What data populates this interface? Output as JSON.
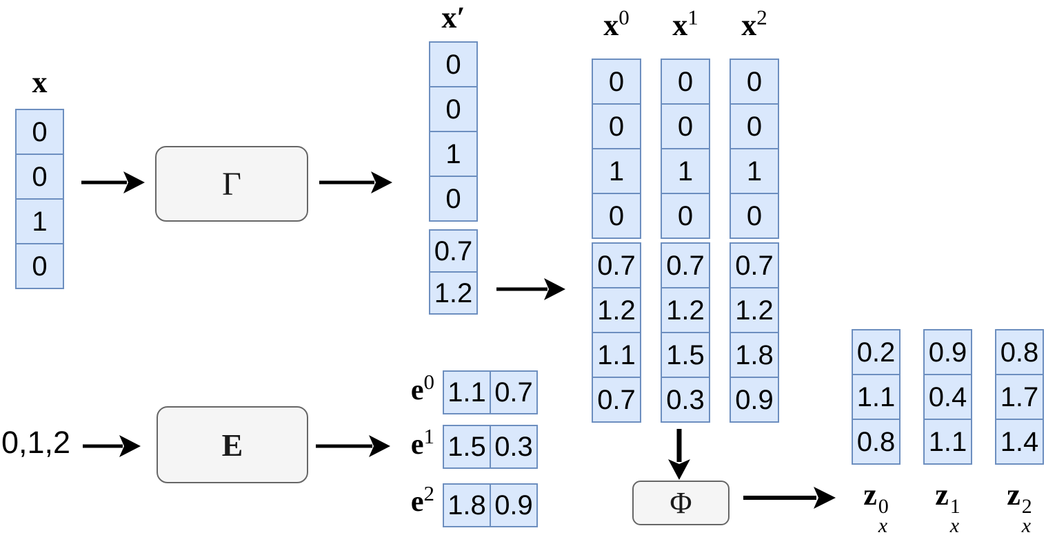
{
  "figure": {
    "input_vector": {
      "label": "x",
      "values": [
        "0",
        "0",
        "1",
        "0"
      ]
    },
    "gamma_box": {
      "label": "Γ"
    },
    "augmented_vector": {
      "label": "x′",
      "onehot": [
        "0",
        "0",
        "1",
        "0"
      ],
      "numeric": [
        "0.7",
        "1.2"
      ]
    },
    "replicated_vectors": [
      {
        "base": "x",
        "sup": "0",
        "onehot": [
          "0",
          "0",
          "1",
          "0"
        ],
        "numeric": [
          "0.7",
          "1.2",
          "1.1",
          "0.7"
        ]
      },
      {
        "base": "x",
        "sup": "1",
        "onehot": [
          "0",
          "0",
          "1",
          "0"
        ],
        "numeric": [
          "0.7",
          "1.2",
          "1.5",
          "0.3"
        ]
      },
      {
        "base": "x",
        "sup": "2",
        "onehot": [
          "0",
          "0",
          "1",
          "0"
        ],
        "numeric": [
          "0.7",
          "1.2",
          "1.8",
          "0.9"
        ]
      }
    ],
    "indices_text": "0,1,2",
    "embedding_box": {
      "label": "E"
    },
    "embeddings": [
      {
        "base": "e",
        "sup": "0",
        "values": [
          "1.1",
          "0.7"
        ]
      },
      {
        "base": "e",
        "sup": "1",
        "values": [
          "1.5",
          "0.3"
        ]
      },
      {
        "base": "e",
        "sup": "2",
        "values": [
          "1.8",
          "0.9"
        ]
      }
    ],
    "phi_box": {
      "label": "Φ"
    },
    "outputs": [
      {
        "base": "z",
        "sup": "0",
        "sub": "x",
        "values": [
          "0.2",
          "1.1",
          "0.8"
        ]
      },
      {
        "base": "z",
        "sup": "1",
        "sub": "x",
        "values": [
          "0.9",
          "0.4",
          "1.1"
        ]
      },
      {
        "base": "z",
        "sup": "2",
        "sub": "x",
        "values": [
          "0.8",
          "1.7",
          "1.4"
        ]
      }
    ],
    "colors": {
      "cell_fill": "#dae8fc",
      "cell_border": "#6c8ebf",
      "box_fill": "#f5f5f5",
      "box_border": "#666666",
      "arrow": "#000000"
    }
  }
}
